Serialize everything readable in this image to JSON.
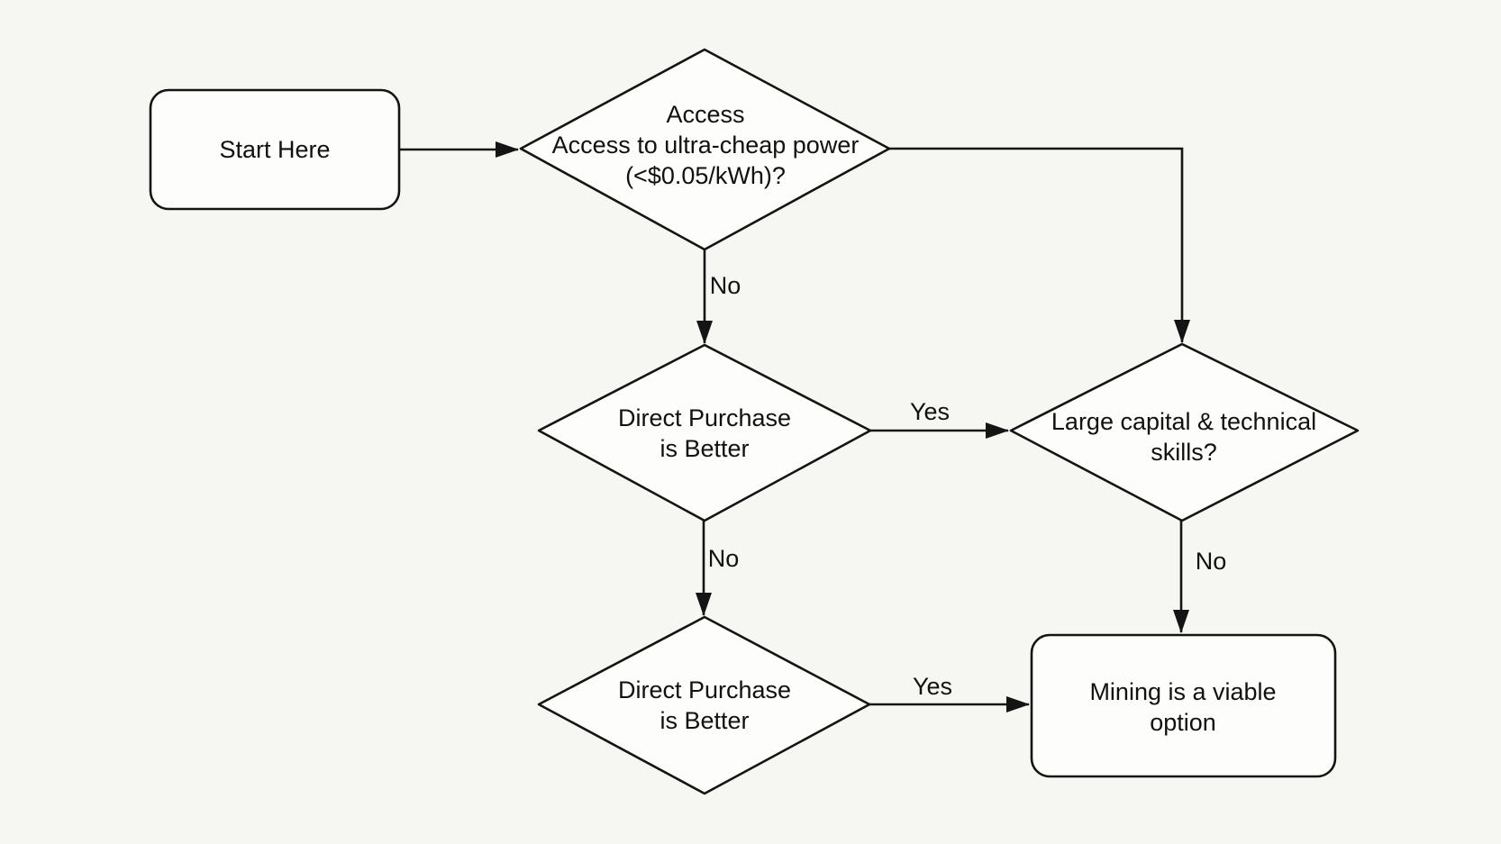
{
  "diagram": {
    "nodes": {
      "start": {
        "label": "Start Here"
      },
      "power": {
        "line1": "Access",
        "line2": "Access to ultra-cheap power",
        "line3": "(<$0.05/kWh)?"
      },
      "direct1": {
        "line1": "Direct Purchase",
        "line2": "is Better"
      },
      "capital": {
        "line1": "Large capital & technical",
        "line2": "skills?"
      },
      "direct2": {
        "line1": "Direct Purchase",
        "line2": "is Better"
      },
      "result": {
        "line1": "Mining is a viable",
        "line2": "option"
      }
    },
    "edge_labels": {
      "power_no": "No",
      "direct1_yes": "Yes",
      "direct1_no": "No",
      "capital_no": "No",
      "direct2_yes": "Yes"
    },
    "colors": {
      "stroke": "#141414",
      "node_fill": "#fdfdfc",
      "background": "#f6f6f3",
      "text": "#111111"
    }
  }
}
